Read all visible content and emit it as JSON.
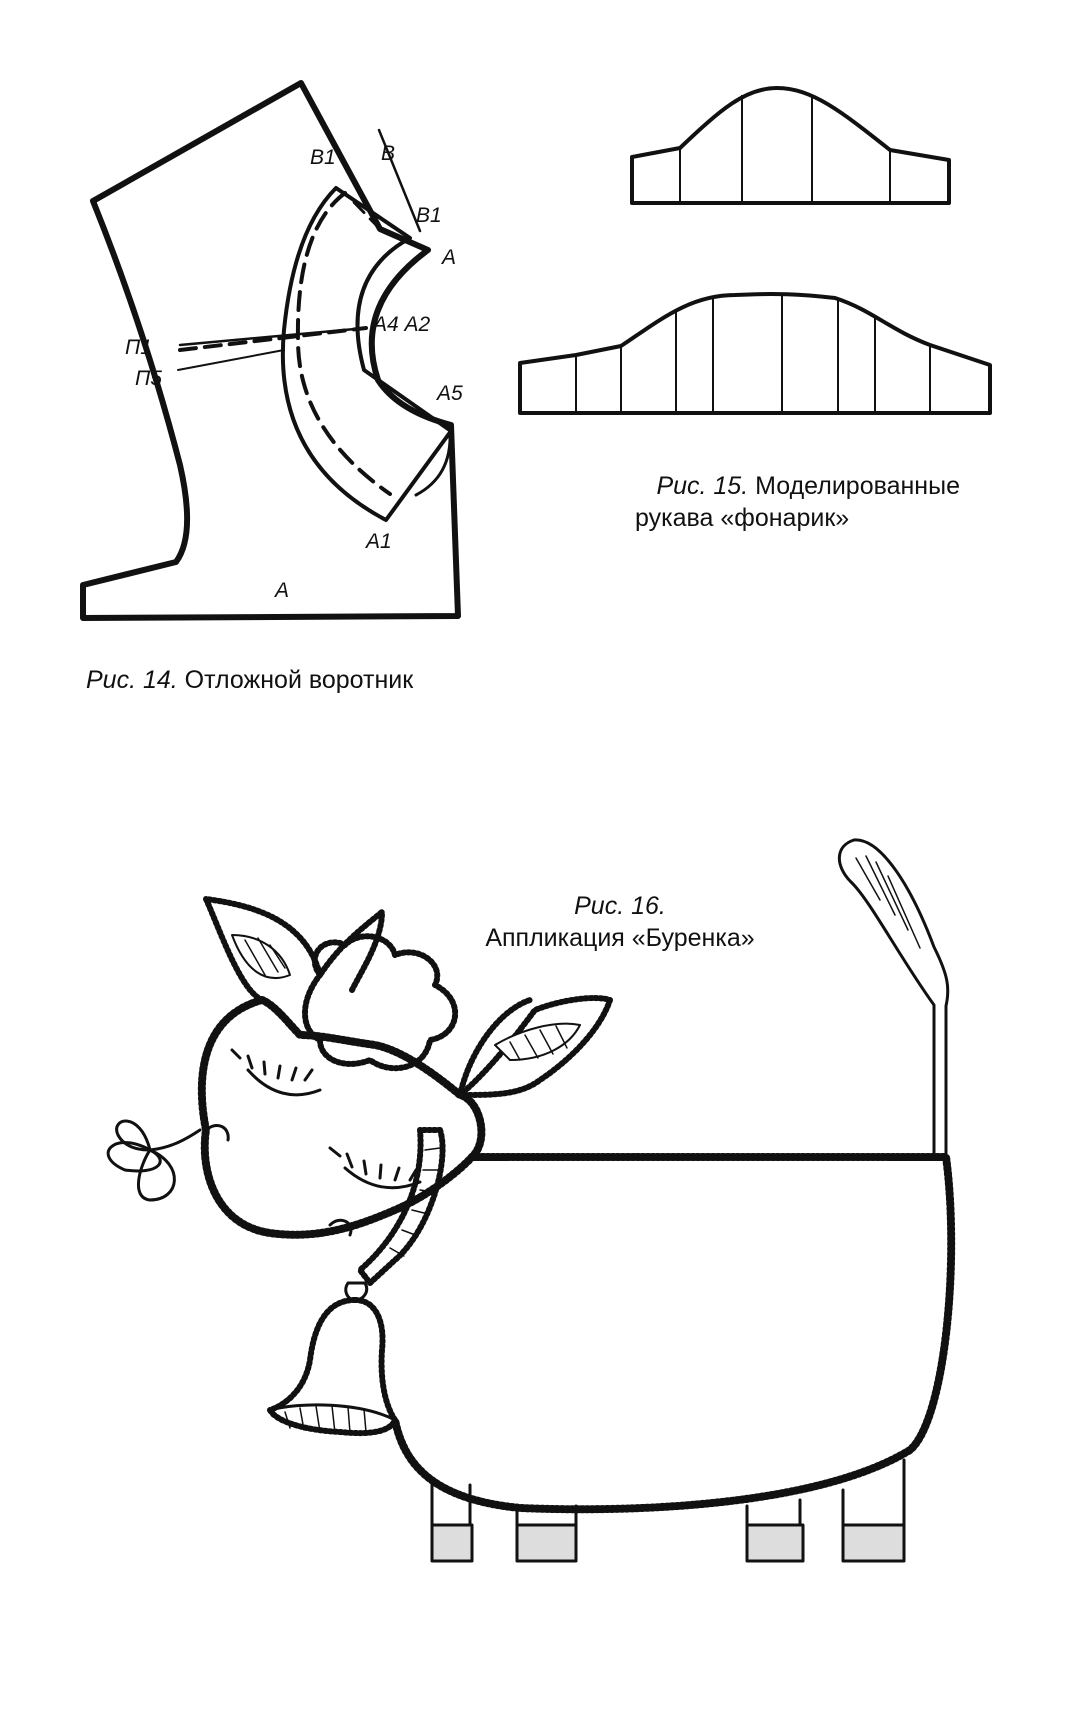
{
  "fig14": {
    "labels": {
      "b1_prime": "В1'",
      "b": "В",
      "b1": "В1",
      "a_top": "А",
      "a4_a2": "А4 А2",
      "p1": "П1",
      "p5": "П5",
      "a5": "А5",
      "a1": "А1",
      "a_bottom": "А"
    },
    "caption_num": "Рис. 14.",
    "caption_text": " Отложной воротник"
  },
  "fig15": {
    "caption_num": "Рис. 15.",
    "caption_line1": " Моделированные",
    "caption_line2": "рукава «фонарик»"
  },
  "fig16": {
    "caption_num": "Рис. 16.",
    "caption_text": "Аппликация «Буренка»"
  }
}
